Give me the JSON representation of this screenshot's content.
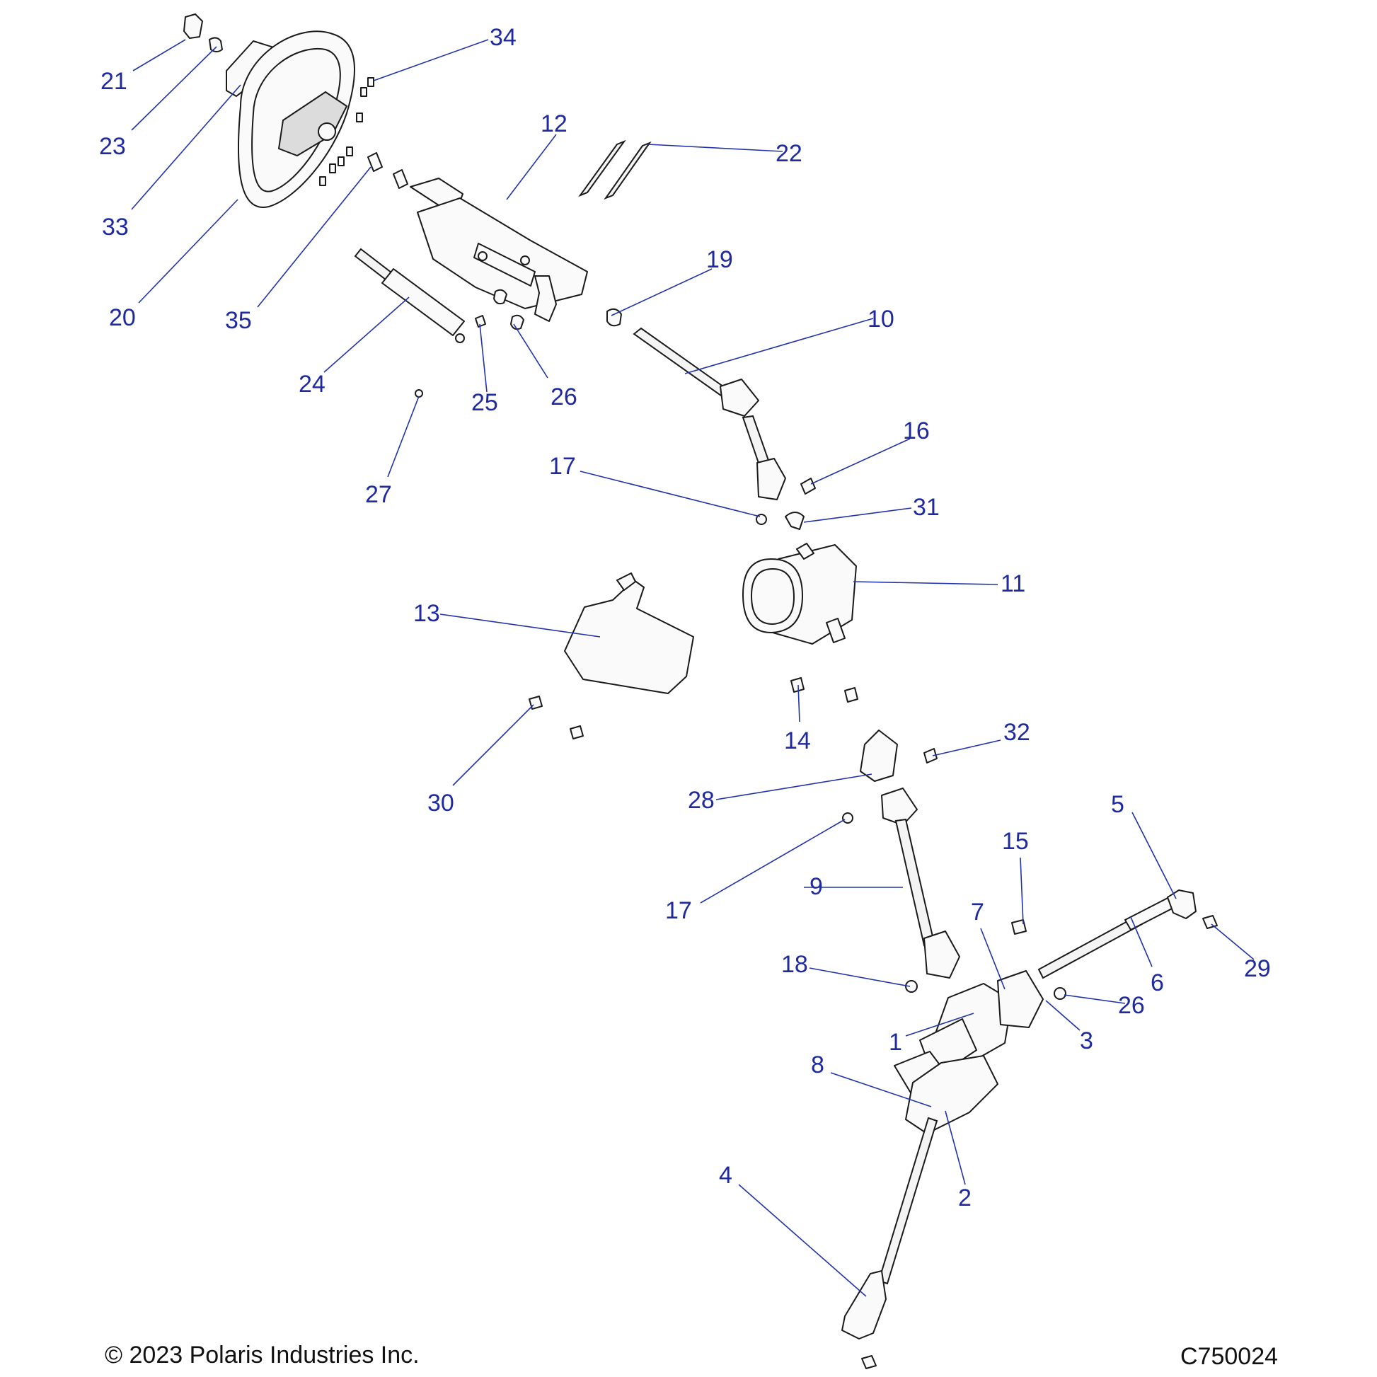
{
  "footer": {
    "copyright": "© 2023 Polaris Industries Inc.",
    "diagram_code": "C750024"
  },
  "callouts": [
    {
      "id": "c34",
      "label": "34"
    },
    {
      "id": "c21",
      "label": "21"
    },
    {
      "id": "c23",
      "label": "23"
    },
    {
      "id": "c12",
      "label": "12"
    },
    {
      "id": "c22",
      "label": "22"
    },
    {
      "id": "c33",
      "label": "33"
    },
    {
      "id": "c20",
      "label": "20"
    },
    {
      "id": "c35",
      "label": "35"
    },
    {
      "id": "c19",
      "label": "19"
    },
    {
      "id": "c10",
      "label": "10"
    },
    {
      "id": "c24",
      "label": "24"
    },
    {
      "id": "c25",
      "label": "25"
    },
    {
      "id": "c26a",
      "label": "26"
    },
    {
      "id": "c27",
      "label": "27"
    },
    {
      "id": "c16",
      "label": "16"
    },
    {
      "id": "c17a",
      "label": "17"
    },
    {
      "id": "c31",
      "label": "31"
    },
    {
      "id": "c11",
      "label": "11"
    },
    {
      "id": "c13",
      "label": "13"
    },
    {
      "id": "c14",
      "label": "14"
    },
    {
      "id": "c32",
      "label": "32"
    },
    {
      "id": "c30",
      "label": "30"
    },
    {
      "id": "c28",
      "label": "28"
    },
    {
      "id": "c5",
      "label": "5"
    },
    {
      "id": "c15",
      "label": "15"
    },
    {
      "id": "c17b",
      "label": "17"
    },
    {
      "id": "c9",
      "label": "9"
    },
    {
      "id": "c7",
      "label": "7"
    },
    {
      "id": "c18",
      "label": "18"
    },
    {
      "id": "c29",
      "label": "29"
    },
    {
      "id": "c6",
      "label": "6"
    },
    {
      "id": "c26b",
      "label": "26"
    },
    {
      "id": "c1",
      "label": "1"
    },
    {
      "id": "c3",
      "label": "3"
    },
    {
      "id": "c8",
      "label": "8"
    },
    {
      "id": "c4",
      "label": "4"
    },
    {
      "id": "c2",
      "label": "2"
    }
  ]
}
